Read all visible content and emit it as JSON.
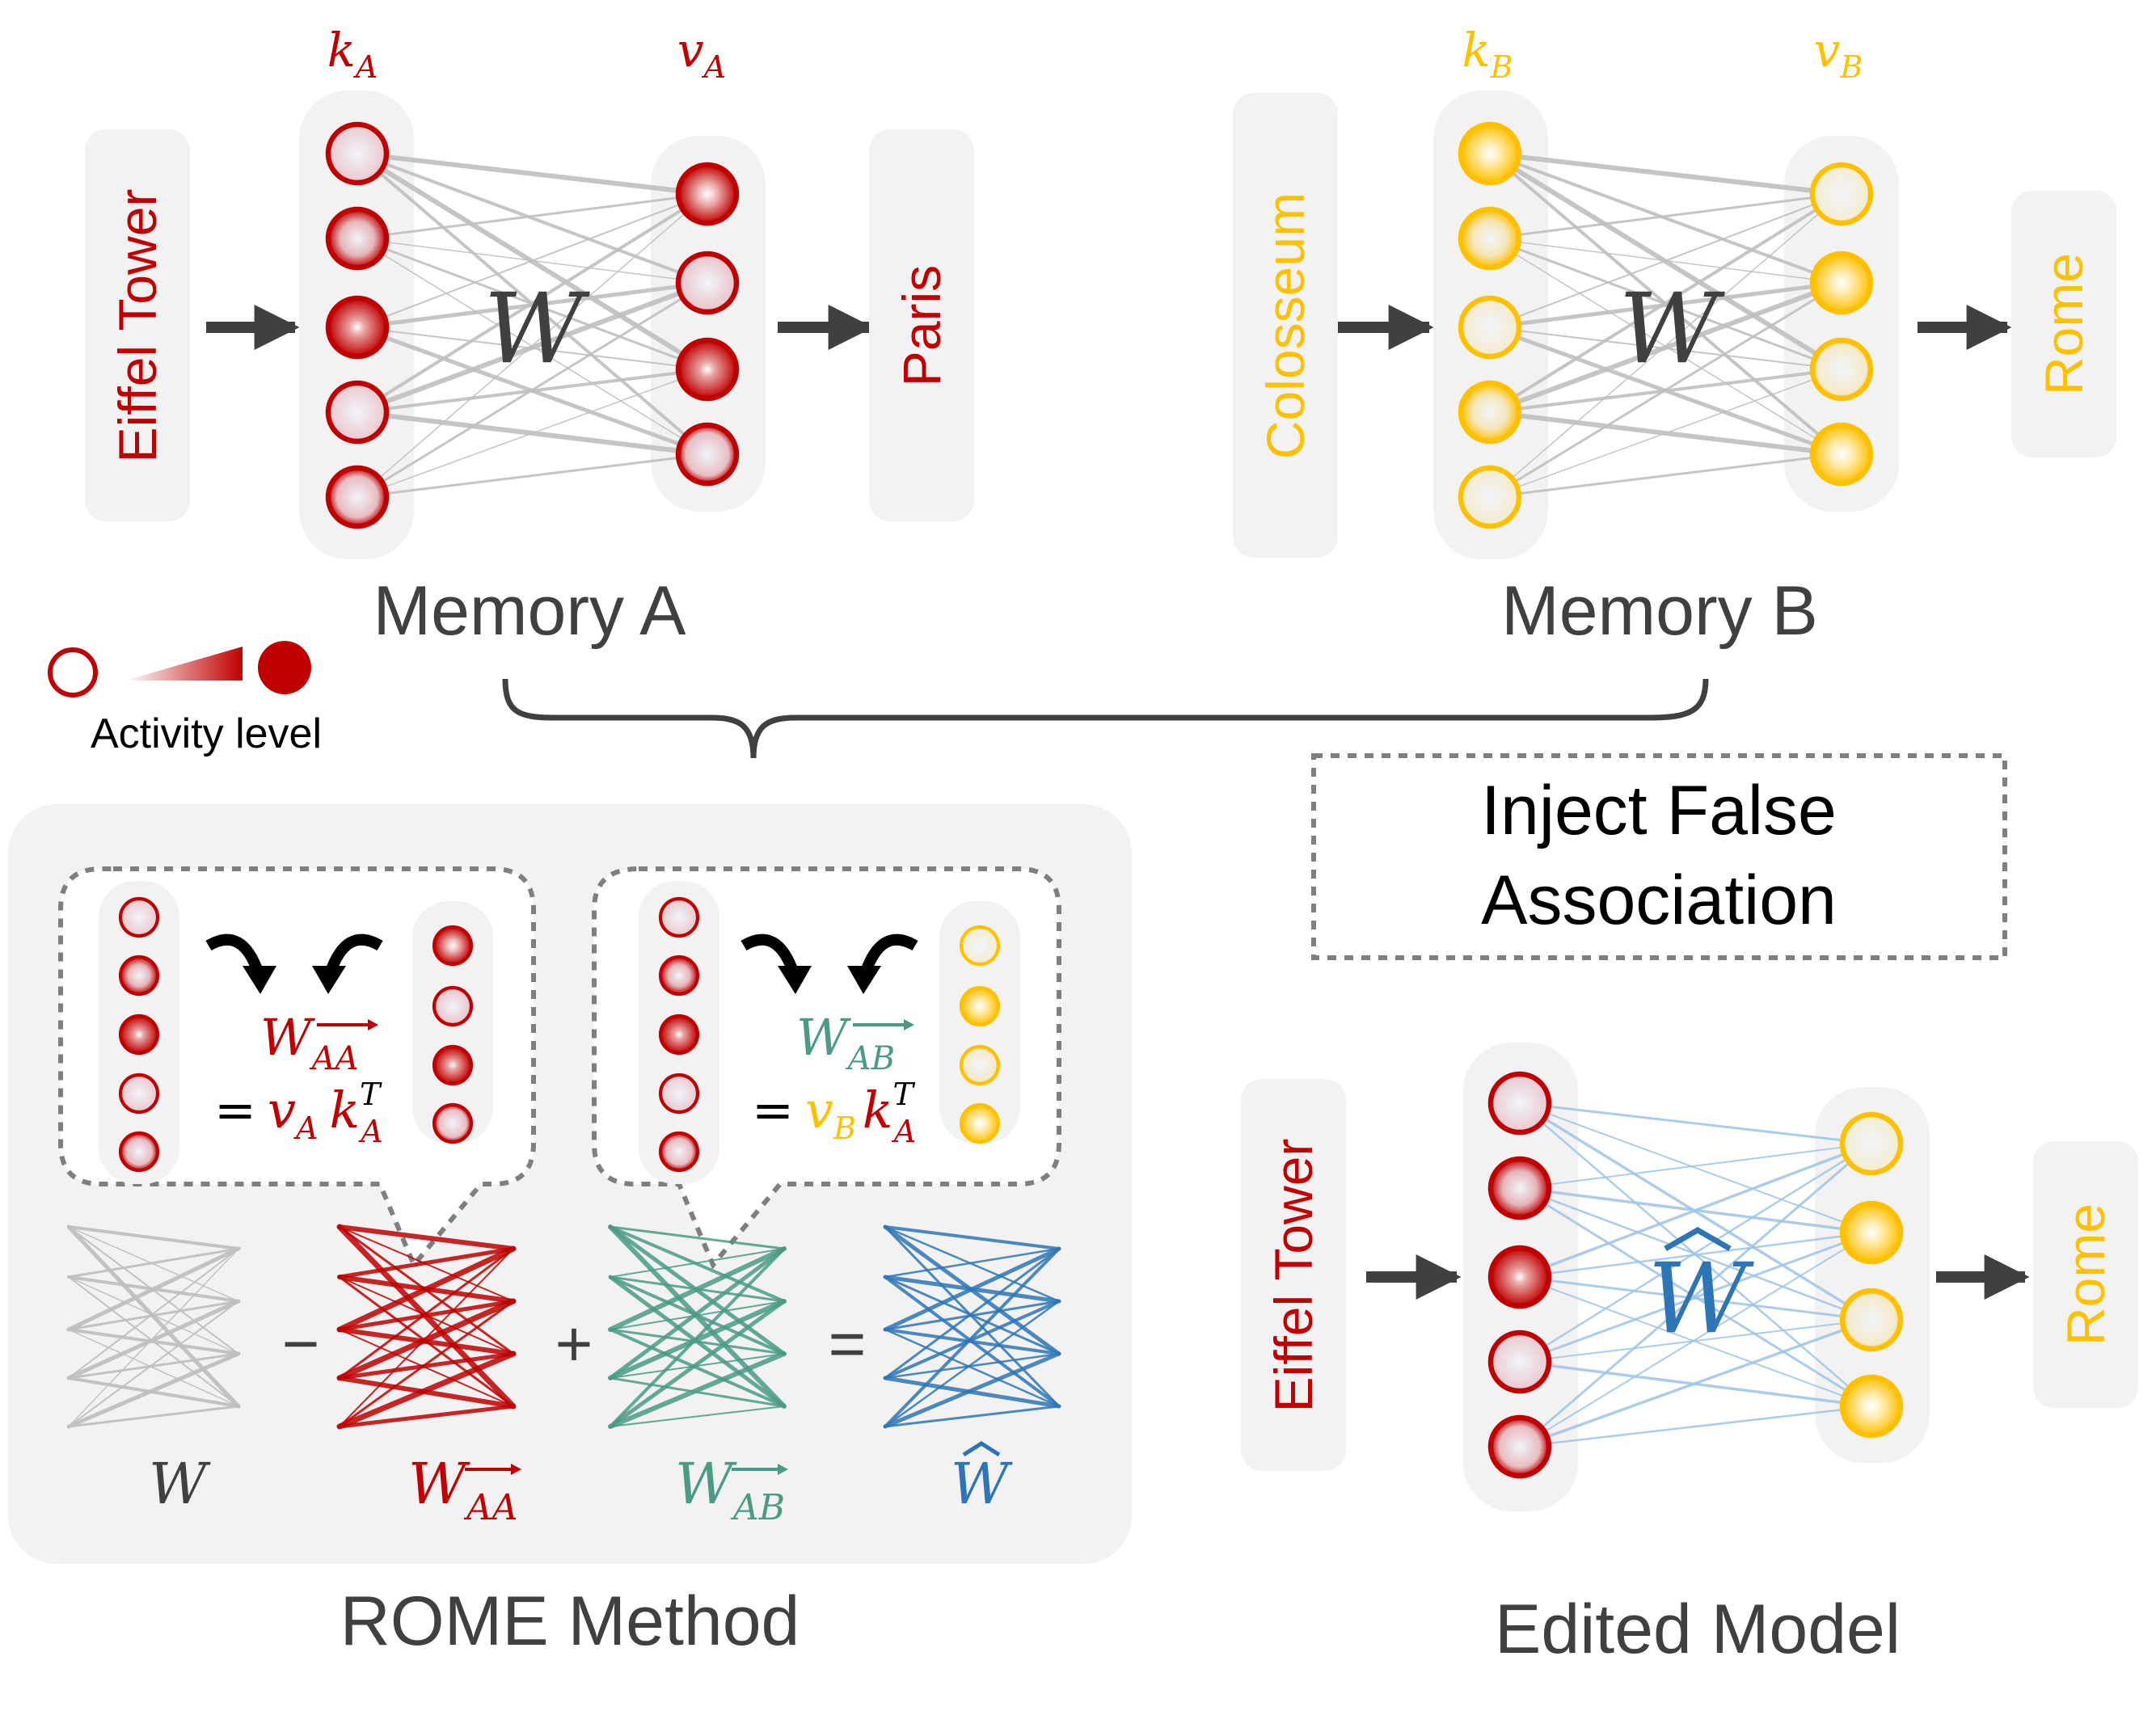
{
  "memory_a": {
    "input": "Eiffel Tower",
    "output": "Paris",
    "key_sym": "k",
    "key_sub": "A",
    "val_sym": "v",
    "val_sub": "A",
    "weight": "W",
    "title": "Memory A",
    "key_levels": [
      0.1,
      0.55,
      1.0,
      0.1,
      0.4
    ],
    "val_levels": [
      0.85,
      0.15,
      1.0,
      0.35
    ]
  },
  "memory_b": {
    "input": "Colosseum",
    "output": "Rome",
    "key_sym": "k",
    "key_sub": "B",
    "val_sym": "v",
    "val_sub": "B",
    "weight": "W",
    "title": "Memory B",
    "key_levels": [
      0.85,
      0.55,
      0.1,
      0.55,
      0.1
    ],
    "val_levels": [
      0.05,
      0.85,
      0.2,
      0.8
    ]
  },
  "legend": {
    "label": "Activity level"
  },
  "inject_box": {
    "line1": "Inject False",
    "line2": "Association"
  },
  "rome": {
    "title": "ROME Method",
    "bubble_left": {
      "w": "W",
      "sub": "AA",
      "eq": "=",
      "v": "v",
      "v_sub": "A",
      "k": "k",
      "k_sup": "T",
      "k_sub": "A"
    },
    "bubble_right": {
      "w": "W",
      "sub": "AB",
      "eq": "=",
      "v": "v",
      "v_sub": "B",
      "k": "k",
      "k_sup": "T",
      "k_sub": "A"
    },
    "ops": {
      "minus": "−",
      "plus": "+",
      "equals": "="
    },
    "labels": {
      "w": "W",
      "waa": "W",
      "waa_sub": "AA",
      "wab": "W",
      "wab_sub": "AB",
      "what": "W"
    }
  },
  "edited": {
    "title": "Edited Model",
    "input": "Eiffel Tower",
    "output": "Rome",
    "weight": "W",
    "key_levels": [
      0.1,
      0.55,
      1.0,
      0.1,
      0.4
    ],
    "val_levels": [
      0.05,
      0.85,
      0.2,
      0.8
    ]
  },
  "colors": {
    "red": "#c00000",
    "yellow": "#ffc000",
    "teal": "#4a9a86",
    "blue": "#2e75b6",
    "gray": "#bfbfbf",
    "panel": "#f2f2f2",
    "text": "#404040"
  }
}
